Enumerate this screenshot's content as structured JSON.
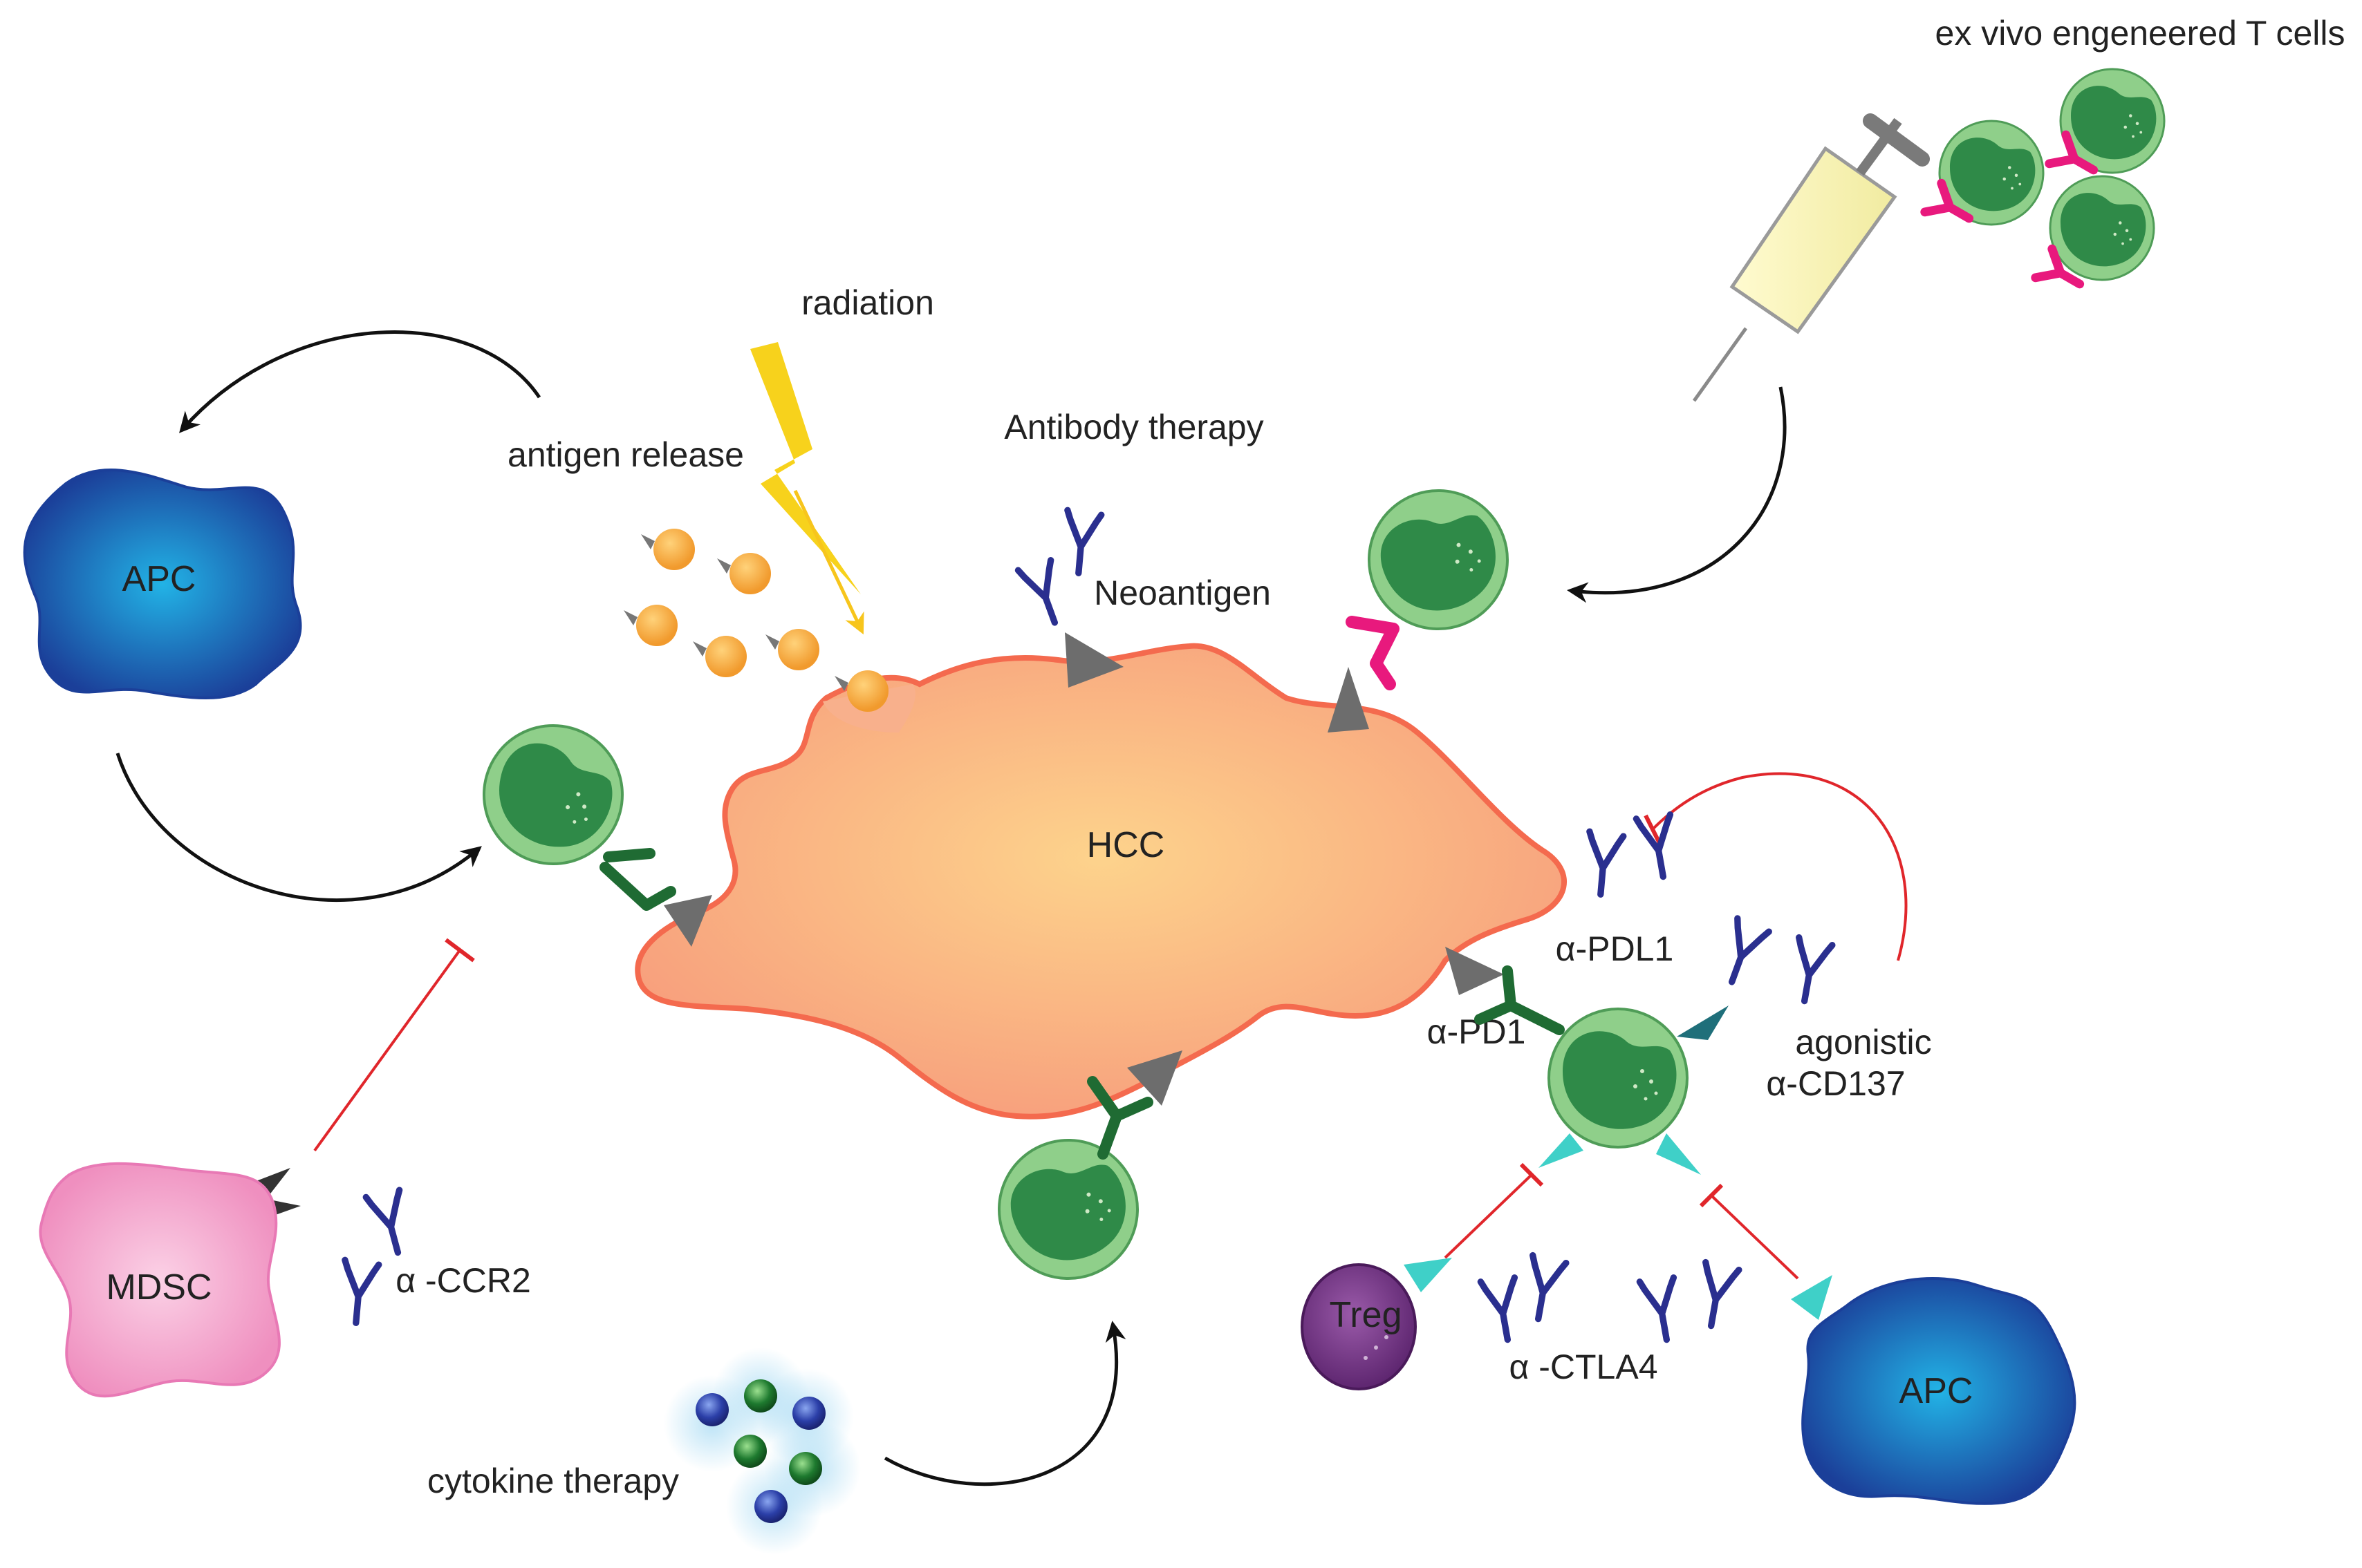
{
  "labels": {
    "ex_vivo": "ex vivo engeneered T cells",
    "radiation": "radiation",
    "antibody_therapy": "Antibody therapy",
    "antigen_release": "antigen release",
    "neoantigen": "Neoantigen",
    "apc_left": "APC",
    "hcc": "HCC",
    "alpha_pdl1": "α-PDL1",
    "alpha_pd1": "α-PD1",
    "agonistic": "agonistic",
    "alpha_cd137": "α-CD137",
    "mdsc": "MDSC",
    "alpha_ccr2": "α -CCR2",
    "treg": "Treg",
    "alpha_ctla4": "α -CTLA4",
    "apc_right": "APC",
    "cytokine_therapy": "cytokine therapy"
  },
  "colors": {
    "tumor": "#f7a27a",
    "apc": "#1e6fc8",
    "tcell": "#8fcf8a",
    "antibody": "#2a2f8f",
    "receptor_pink": "#e8197d",
    "mdsc": "#f5a6cf",
    "treg": "#7a3a8c",
    "inhibit": "#e0262b",
    "radiation": "#f7d21c",
    "antigen": "#f2a33a"
  }
}
